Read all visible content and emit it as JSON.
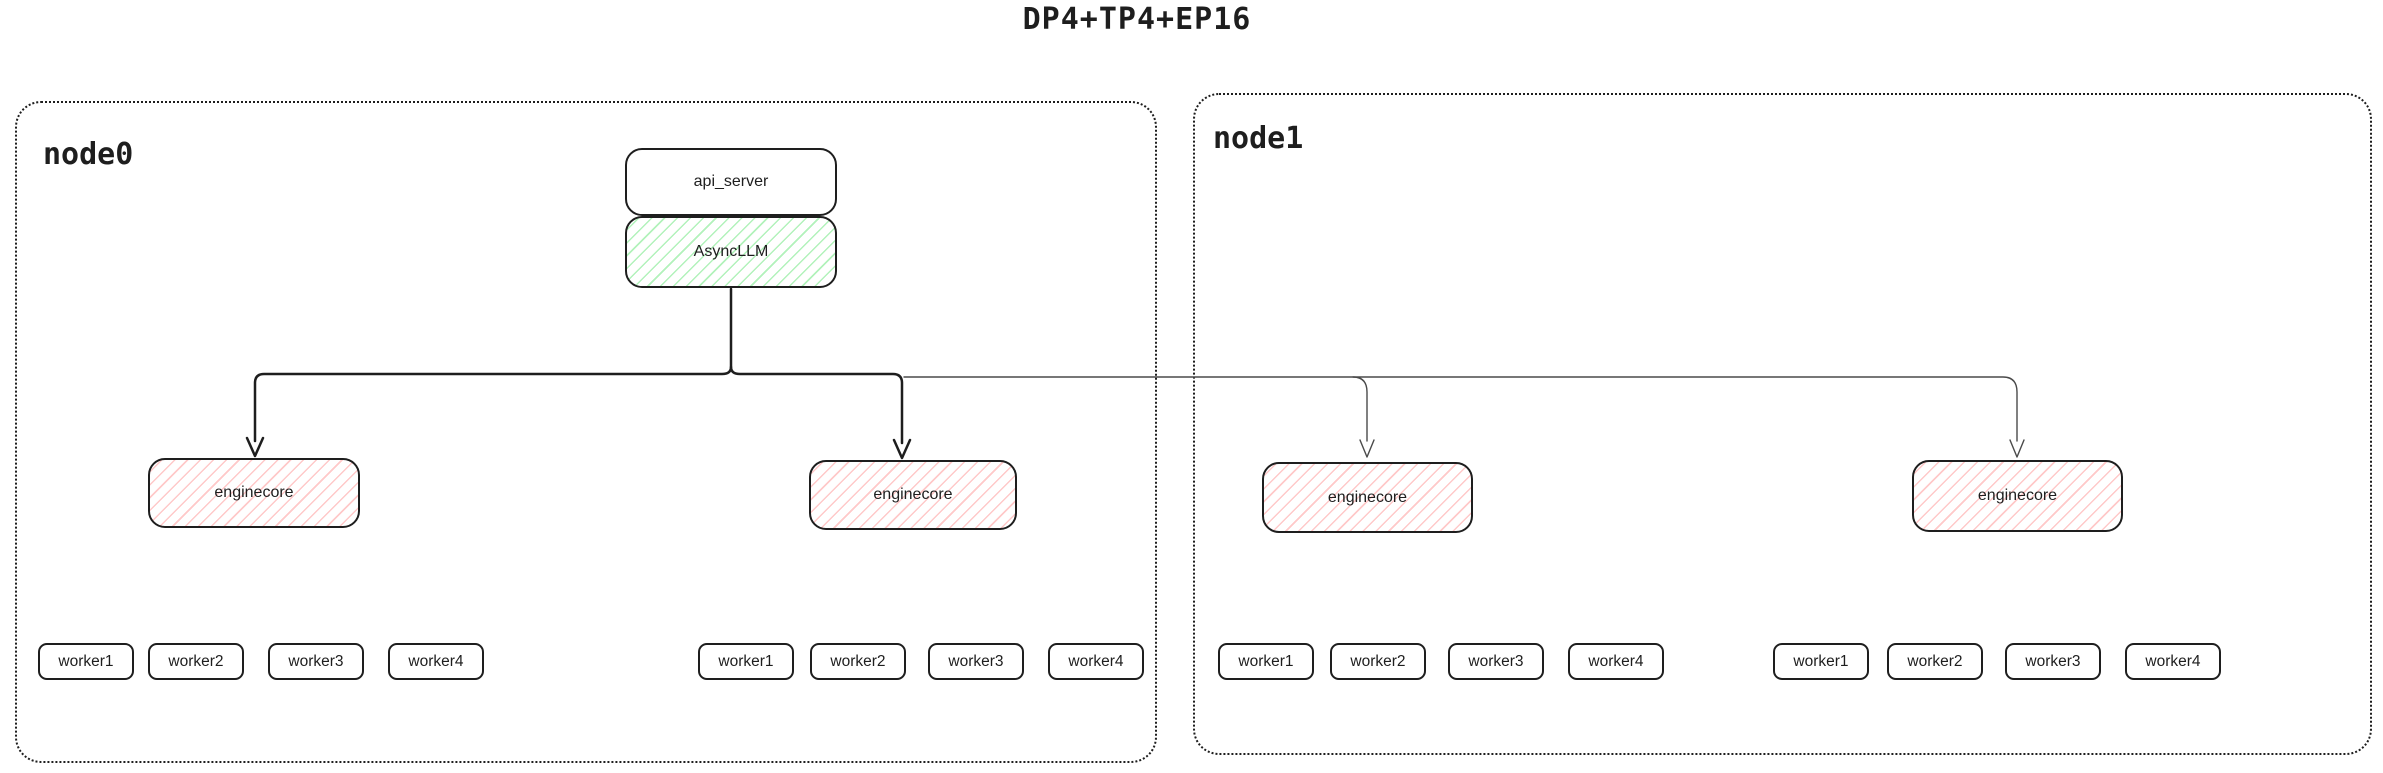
{
  "title": "DP4+TP4+EP16",
  "colors": {
    "ink": "#1e1e1e",
    "green_hatch": "#b2f2bb",
    "red_hatch": "#ffc9c9",
    "thin_line": "#4a4a4a",
    "background": "#ffffff"
  },
  "node0": {
    "label": "node0",
    "api_server_label": "api_server",
    "async_llm_label": "AsyncLLM",
    "enginecores": [
      {
        "label": "enginecore",
        "workers": [
          "worker1",
          "worker2",
          "worker3",
          "worker4"
        ]
      },
      {
        "label": "enginecore",
        "workers": [
          "worker1",
          "worker2",
          "worker3",
          "worker4"
        ]
      }
    ]
  },
  "node1": {
    "label": "node1",
    "enginecores": [
      {
        "label": "enginecore",
        "workers": [
          "worker1",
          "worker2",
          "worker3",
          "worker4"
        ]
      },
      {
        "label": "enginecore",
        "workers": [
          "worker1",
          "worker2",
          "worker3",
          "worker4"
        ]
      }
    ]
  }
}
